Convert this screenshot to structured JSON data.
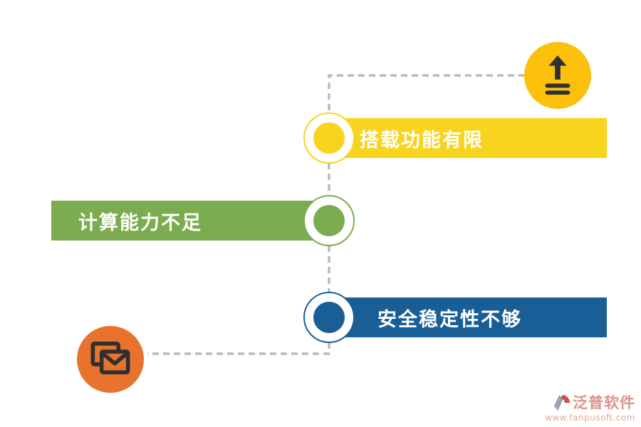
{
  "diagram": {
    "top_badge": {
      "icon": "upload-icon",
      "color": "#FCC10D"
    },
    "bottom_badge": {
      "icon": "mail-icon",
      "color": "#E8732E"
    },
    "items": [
      {
        "label": "搭载功能有限",
        "color": "#F9D41E",
        "side": "right"
      },
      {
        "label": "计算能力不足",
        "color": "#7CAC50",
        "side": "left"
      },
      {
        "label": "安全稳定性不够",
        "color": "#1A5E96",
        "side": "right"
      }
    ],
    "connector_color": "#BBBBBB",
    "label_text_color": "#FFFFFF",
    "icon_glyph_color": "#303030"
  },
  "watermark": {
    "brand": "泛普软件",
    "url": "www.fanpusoft.com",
    "brand_color": "#DD928C",
    "url_color": "#E2A8A1"
  }
}
